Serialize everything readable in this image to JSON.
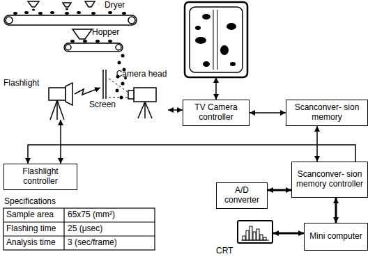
{
  "diagram": {
    "nodes": [
      {
        "text": [
          "Flashlight"
        ]
      },
      {
        "text": [
          "Camera head"
        ]
      },
      {
        "text": [
          "TV Camera controller"
        ]
      },
      {
        "text": [
          "Scanconver- sion memory"
        ]
      },
      {
        "text": [
          "Flashlight controller"
        ]
      },
      {
        "text": [
          "Scanconver- sion memory controller"
        ]
      },
      {
        "text": [
          "A/D converter"
        ]
      },
      {
        "text": [
          "CRT"
        ]
      },
      {
        "text": [
          "Mini computer"
        ]
      }
    ],
    "edges": [
      {
        "from": 0,
        "to": 4,
        "arrow": "both"
      },
      {
        "from": 1,
        "to": 2,
        "arrow": "both"
      },
      {
        "from": 2,
        "to": 3,
        "arrow": "both"
      },
      {
        "from": 3,
        "to": 5,
        "arrow": "both"
      },
      {
        "from": 5,
        "to": 4,
        "arrow": "to"
      },
      {
        "from": 6,
        "to": 5,
        "arrow": "both"
      },
      {
        "from": 5,
        "to": 8,
        "arrow": "both"
      },
      {
        "from": 8,
        "to": 7,
        "arrow": "both"
      }
    ],
    "labels": [
      "Dryer",
      "Hopper",
      "Screen",
      "Specifications",
      "Sample area",
      "65x75 (mm²)",
      "Flashing time",
      "25 (μsec)",
      "Analysis time",
      "3 (sec/frame)"
    ]
  }
}
